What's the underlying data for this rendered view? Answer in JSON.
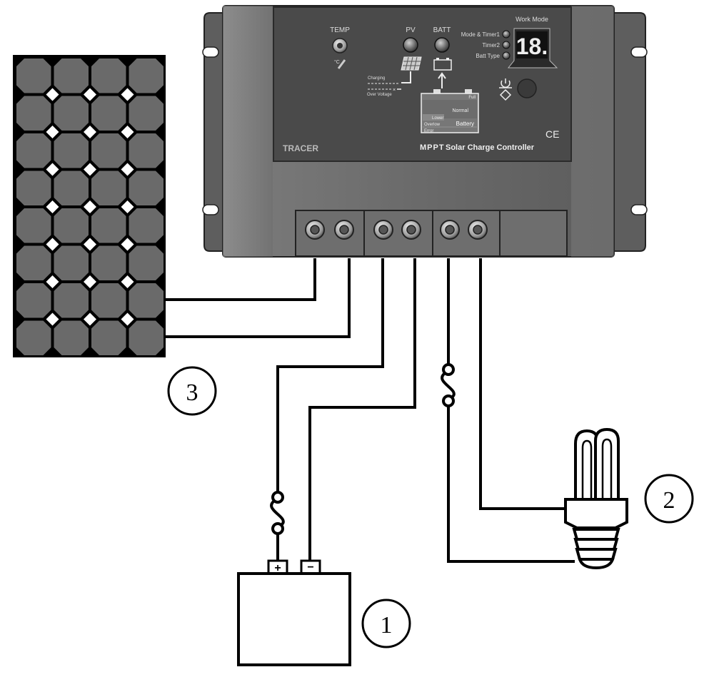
{
  "controller": {
    "temp_label": "TEMP",
    "temp_unit": "°C",
    "pv_label": "PV",
    "batt_label": "BATT",
    "work_mode_title": "Work Mode",
    "work_modes": [
      "Mode & Timer1",
      "Timer2",
      "Batt Type"
    ],
    "display_value": "18.",
    "charging_label": "Charging",
    "over_voltage_label": "Over Voltage",
    "battery_panel": {
      "full": "Full",
      "normal": "Normal",
      "lower": "Lower",
      "overlow": "Overlow",
      "error": "Error",
      "battery": "Battery"
    },
    "brand": "TRACER",
    "mppt": "MPPT",
    "product_name": "Solar Charge Controller",
    "ce_mark": "CE"
  },
  "terminal_plus": "+",
  "terminal_minus": "−",
  "labels": {
    "battery_number": "1",
    "lamp_number": "2",
    "solar_panel_number": "3"
  },
  "colors": {
    "controller_body": "#6a6a6a",
    "front_panel": "#4a4a4a",
    "solar_cell": "#6a6a6a",
    "wire": "#000000"
  }
}
